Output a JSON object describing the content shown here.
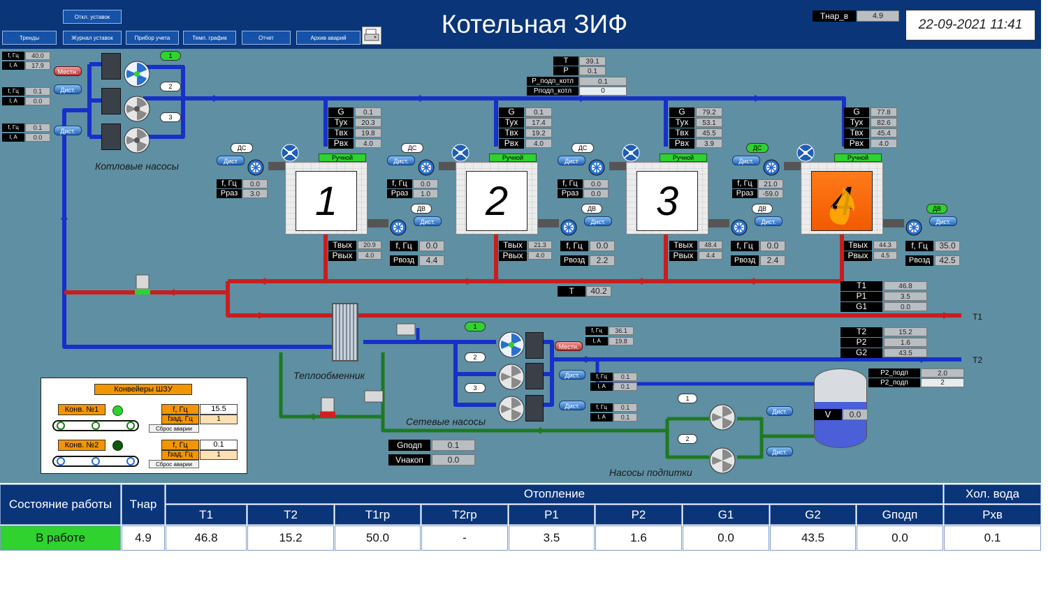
{
  "header": {
    "title": "Котельная ЗИФ",
    "datetime": "22-09-2021 11:41",
    "tnar_label": "Тнар_в",
    "tnar_value": "4.9",
    "nav": [
      "Откл. уставок",
      "Тренды",
      "Журнал уставок",
      "Прибор учета",
      "Темп. график",
      "Отчет",
      "Архив аварий"
    ]
  },
  "colors": {
    "supply": "#c81e1e",
    "return": "#1730c8",
    "feed": "#1e7a1e",
    "header": "#0a3578",
    "mimic": "#5e8fa2",
    "mode": "#2fd22f",
    "fire": "#f26b00"
  },
  "boiler_pumps": {
    "label": "Котловые насосы",
    "local_label": "Местн.",
    "remote_label": "Дист.",
    "numbers": [
      "1",
      "2",
      "3"
    ],
    "readouts": [
      {
        "f_label": "f, Гц",
        "f": "40.0",
        "i_label": "I, A",
        "i": "17.9"
      },
      {
        "f_label": "f, Гц",
        "f": "0.1",
        "i_label": "I, A",
        "i": "0.0"
      },
      {
        "f_label": "f, Гц",
        "f": "0.1",
        "i_label": "I, A",
        "i": "0.0"
      }
    ]
  },
  "common_header": {
    "T_label": "T",
    "T": "39.1",
    "P_label": "P",
    "P": "0.1",
    "p_feed_label": "P_подп_котл",
    "p_feed": "0.1",
    "p_feed2_label": "Рподп_котл",
    "p_feed2": "0"
  },
  "boilers": [
    {
      "number": "1",
      "mode": "Ручной",
      "G": "0.1",
      "Tux": "20.3",
      "Tvx": "19.8",
      "Pvx": "4.0",
      "pvx_label": "Рвх",
      "ds": "ДС",
      "dist": "Дист",
      "f_ds": "0.0",
      "p_raz": "3.0",
      "dv": "ДВ",
      "dist2": "Дист.",
      "tvyx": "20.9",
      "rvyx": "4.0",
      "f_dv": "0.0",
      "p_vozd": "4.4",
      "ds_on": false,
      "dv_on": false,
      "fire": false
    },
    {
      "number": "2",
      "mode": "Ручной",
      "G": "0.1",
      "Tux": "17.4",
      "Tvx": "19.2",
      "Pvx": "4.0",
      "pvx_label": "Рвх",
      "ds": "ДС",
      "dist": "Дист.",
      "f_ds": "0.0",
      "p_raz": "1.0",
      "dv": "ДВ",
      "dist2": "Дист.",
      "tvyx": "21.3",
      "rvyx": "4.0",
      "f_dv": "0.0",
      "p_vozd": "2.2",
      "ds_on": false,
      "dv_on": false,
      "fire": false
    },
    {
      "number": "3",
      "mode": "Ручной",
      "G": "79.2",
      "Tux": "53.1",
      "Tvx": "45.5",
      "Pvx": "3.9",
      "pvx_label": "Рвх",
      "ds": "ДС",
      "dist": "Дист",
      "f_ds": "0.0",
      "p_raz": "0.0",
      "dv": "ДВ",
      "dist2": "Дист.",
      "tvyx": "48.4",
      "rvyx": "4.4",
      "f_dv": "0.0",
      "p_vozd": "2.4",
      "ds_on": false,
      "dv_on": false,
      "fire": false
    },
    {
      "number": "4",
      "mode": "Ручной",
      "G": "77.8",
      "Tux": "82.6",
      "Tvx": "45.4",
      "Pvx": "4.0",
      "pvx_label": "Рвх",
      "ds": "ДС",
      "dist": "Дист.",
      "f_ds": "21.0",
      "p_raz": "-59.0",
      "dv": "ДВ",
      "dist2": "Дист.",
      "tvyx": "44.3",
      "rvyx": "4.5",
      "f_dv": "35.0",
      "p_vozd": "42.5",
      "ds_on": true,
      "dv_on": true,
      "fire": true
    }
  ],
  "labels": {
    "G": "G",
    "Tux": "Тух",
    "Tvx": "Твх",
    "Tvyx": "Твых",
    "Rvyx": "Рвых",
    "f": "f, Гц",
    "praz": "Рраз",
    "pvozd": "Рвозд",
    "T": "T",
    "V": "V",
    "gpodp": "Gподп",
    "vnakop": "Vнакоп"
  },
  "supply_T": "40.2",
  "t1": {
    "tag": "T1",
    "T": "46.8",
    "P": "3.5",
    "G": "0.0",
    "t_label": "T1",
    "p_label": "P1",
    "g_label": "G1"
  },
  "t2": {
    "tag": "T2",
    "T": "15.2",
    "P": "1.6",
    "G": "43.5",
    "t_label": "T2",
    "p_label": "P2",
    "g_label": "G2"
  },
  "heat_exchanger": "Теплообменник",
  "network_pumps": {
    "label": "Сетевые насосы",
    "local_label": "Местн.",
    "remote_label": "Дист.",
    "numbers": [
      "1",
      "2",
      "3"
    ],
    "readouts": [
      {
        "f_label": "f, Гц",
        "f": "36.1",
        "i_label": "I, A",
        "i": "19.8"
      },
      {
        "f_label": "f, Гц",
        "f": "0.1",
        "i_label": "I, A",
        "i": "0.1"
      },
      {
        "f_label": "f, Гц",
        "f": "0.1",
        "i_label": "I, A",
        "i": "0.1"
      }
    ]
  },
  "feed_pumps": {
    "label": "Насосы подпитки",
    "numbers": [
      "1",
      "2"
    ],
    "remote_label": "Дист."
  },
  "tank": {
    "p2_label1": "P2_подп",
    "p2_val1": "2.0",
    "p2_label2": "P2_подп",
    "p2_val2": "2",
    "V": "0.0"
  },
  "feed_values": {
    "gpodp": "0.1",
    "vnakop": "0.0"
  },
  "conveyors": {
    "title": "Конвейеры ШЗУ",
    "items": [
      {
        "name": "Конв. №1",
        "f_label": "f, Гц",
        "f": "15.5",
        "fzad_label": "fзад, Гц",
        "fzad": "1",
        "reset": "Сброс аварии",
        "led": "#2fd22f"
      },
      {
        "name": "Конв. №2",
        "f_label": "f, Гц",
        "f": "0.1",
        "fzad_label": "fзад, Гц",
        "fzad": "1",
        "reset": "Сброс аварии",
        "led": "#0e5a0e"
      }
    ]
  },
  "summary": {
    "state_label": "Состояние работы",
    "state_value": "В работе",
    "tnar_label": "Тнар",
    "tnar_value": "4.9",
    "heating_label": "Отопление",
    "cold_label": "Хол. вода",
    "columns": [
      "T1",
      "T2",
      "T1гр",
      "T2гр",
      "P1",
      "P2",
      "G1",
      "G2",
      "Gподп",
      "Рхв"
    ],
    "values": [
      "46.8",
      "15.2",
      "50.0",
      "-",
      "3.5",
      "1.6",
      "0.0",
      "43.5",
      "0.0",
      "0.1"
    ]
  }
}
